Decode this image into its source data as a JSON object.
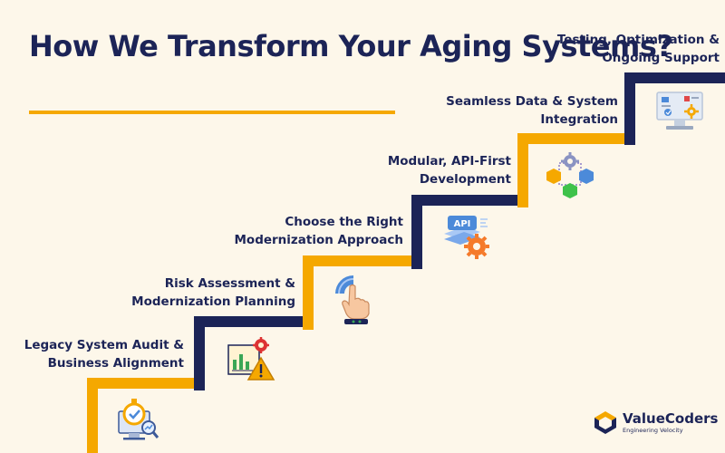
{
  "title": "How We Transform Your Aging Systems?",
  "colors": {
    "navy": "#1c2457",
    "gold": "#f5a800",
    "background": "#fdf7ea"
  },
  "steps": [
    {
      "label": "Legacy System Audit &\nBusiness Alignment",
      "icon": "audit-stopwatch-magnifier-icon",
      "color": "gold"
    },
    {
      "label": "Risk Assessment &\nModernization Planning",
      "icon": "risk-chart-warning-icon",
      "color": "navy"
    },
    {
      "label": "Choose the Right\nModernization Approach",
      "icon": "touch-pointer-icon",
      "color": "gold"
    },
    {
      "label": "Modular, API-First\nDevelopment",
      "icon": "api-gear-icon",
      "color": "navy"
    },
    {
      "label": "Seamless Data & System\nIntegration",
      "icon": "integration-cubes-icon",
      "color": "gold"
    },
    {
      "label": "Testing, Optimization &\nOngoing Support",
      "icon": "monitor-testing-icon",
      "color": "navy"
    }
  ],
  "brand": {
    "name": "ValueCoders",
    "tagline": "Engineering Velocity"
  }
}
